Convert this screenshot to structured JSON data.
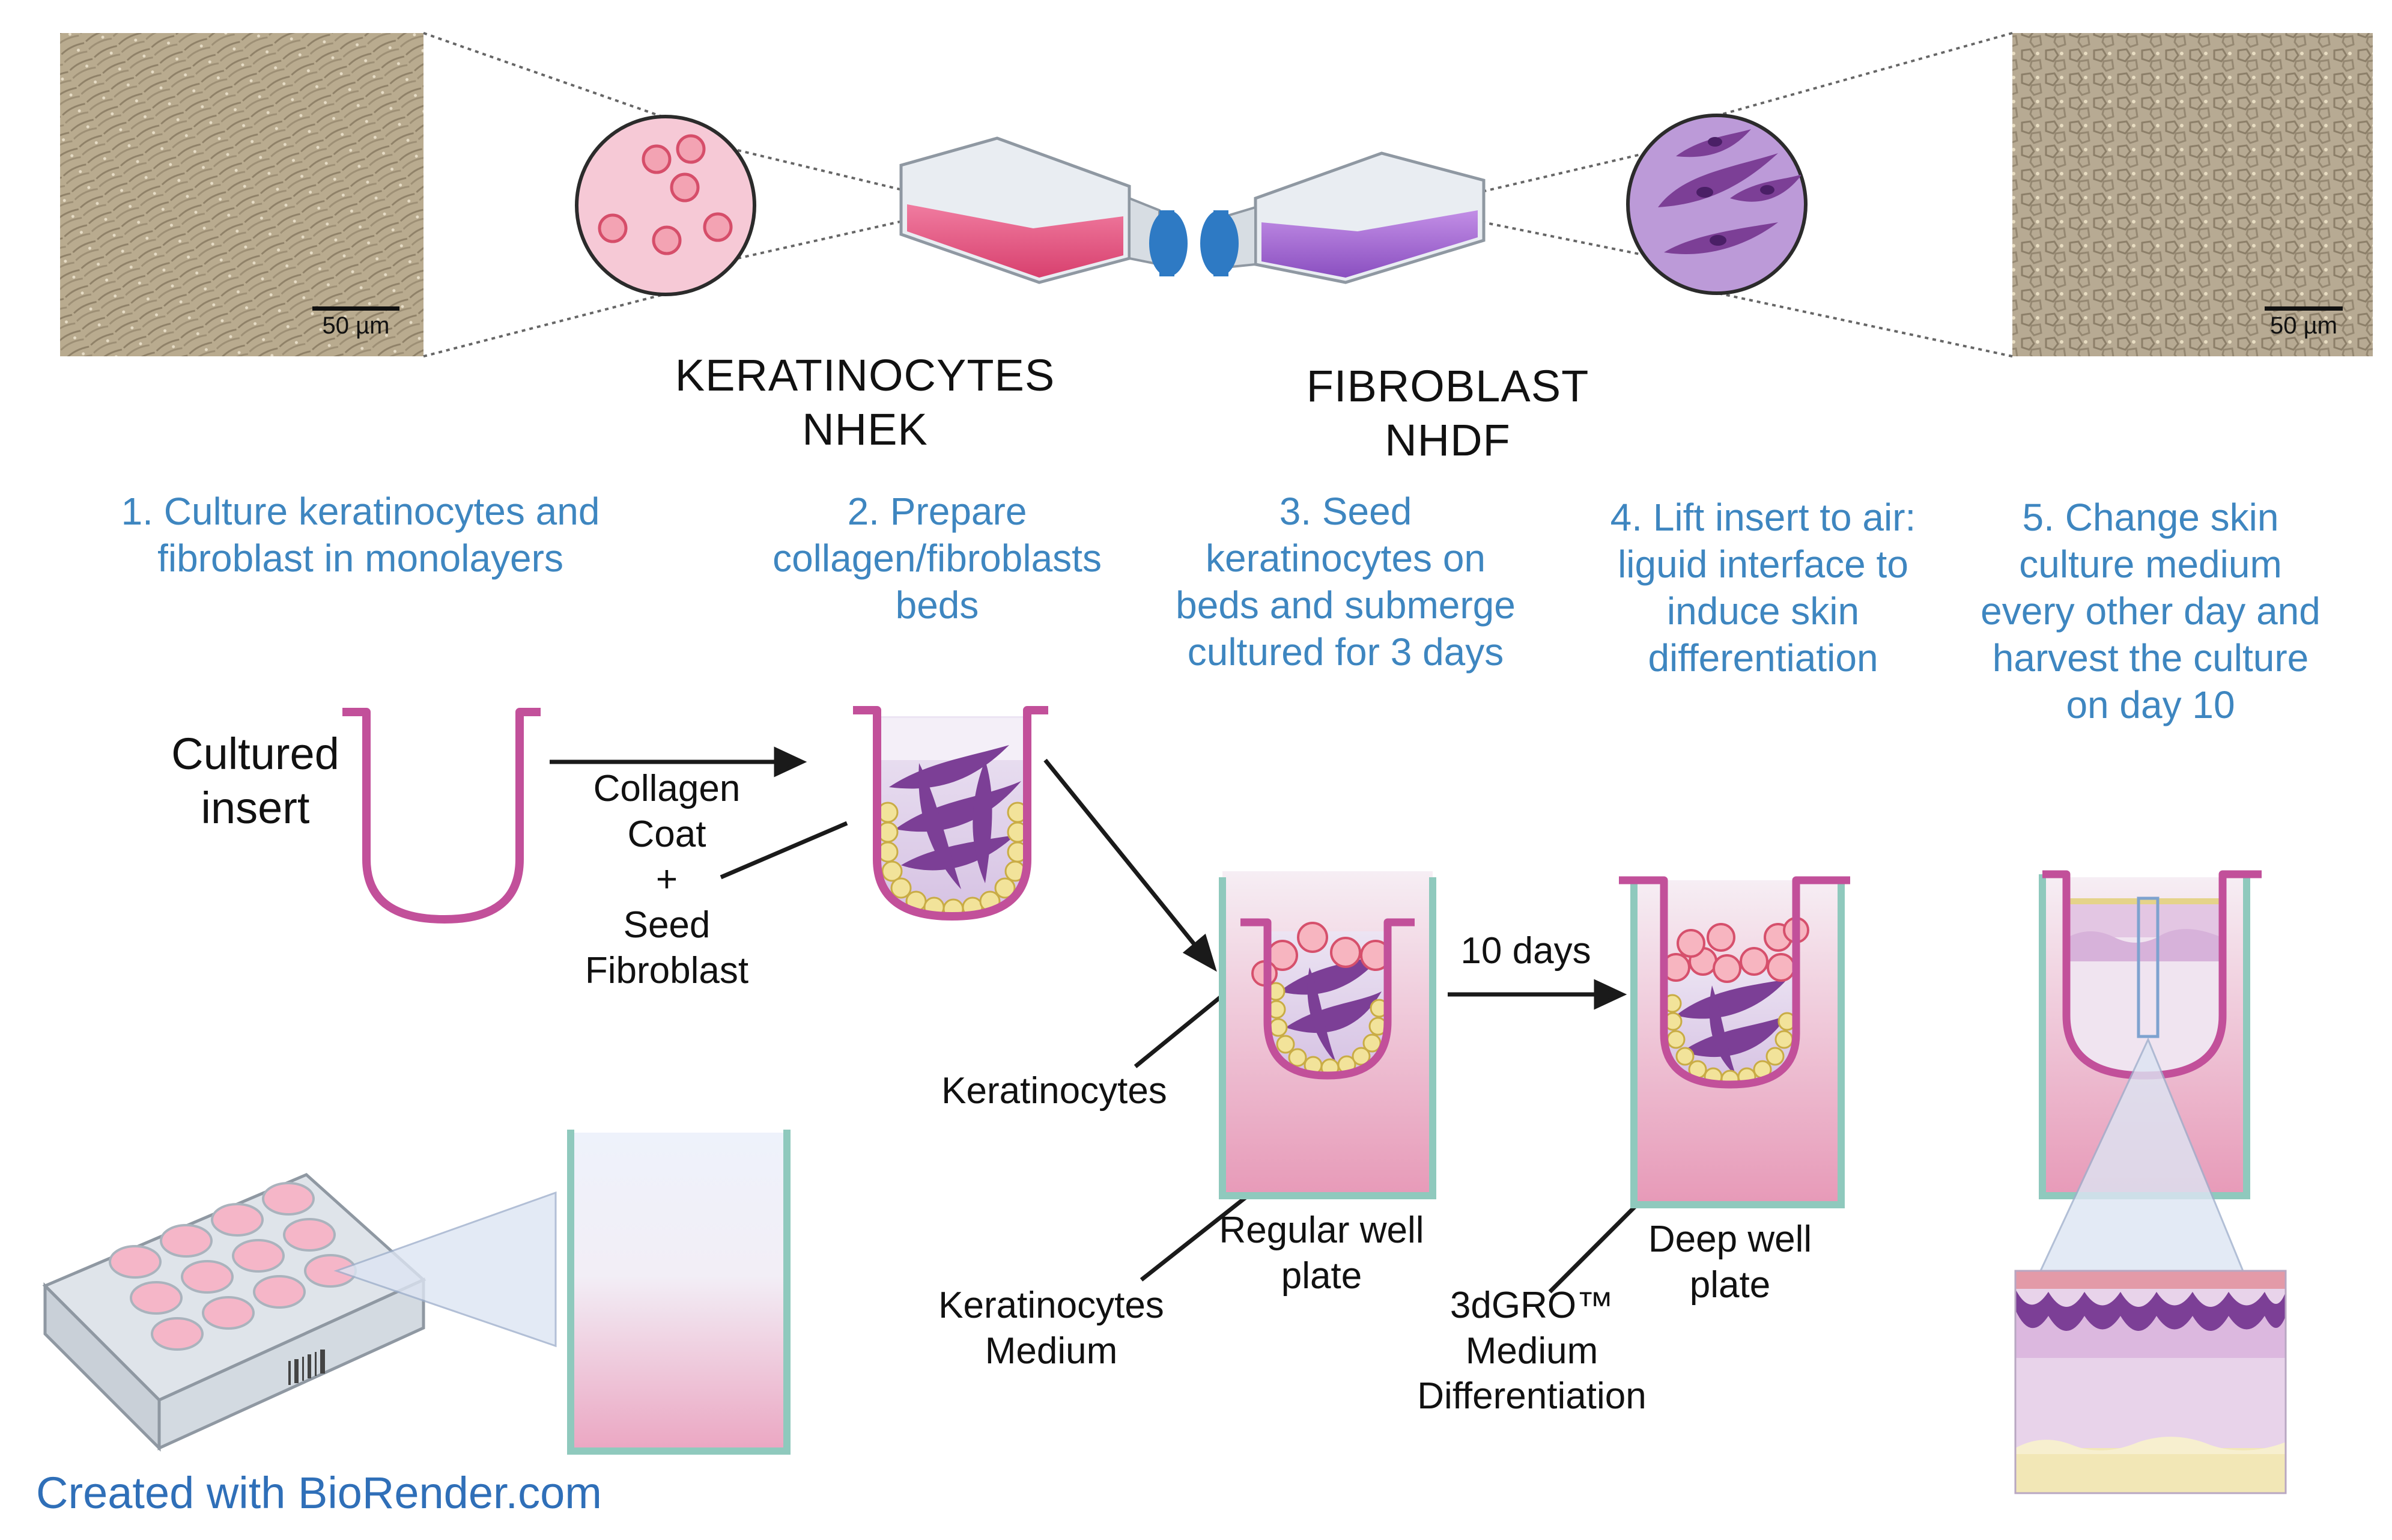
{
  "colors": {
    "step_text": "#3e86c0",
    "footer_text": "#2f6fb8",
    "insert_membrane": "#c2509a",
    "keratinocyte": "#f4a7b2",
    "fibroblast": "#7c3f96",
    "medium_pink": "#f0c4d4",
    "flask_cap": "#2e7ac4"
  },
  "microscopy": {
    "left_scale_bar": "50 µm",
    "right_scale_bar": "50 µm"
  },
  "cell_types": {
    "keratinocytes": "KERATINOCYTES\nNHEK",
    "fibroblast": "FIBROBLAST\nNHDF"
  },
  "steps": [
    {
      "label": "1. Culture keratinocytes and\nfibroblast in monolayers"
    },
    {
      "label": "2. Prepare\ncollagen/fibroblasts\nbeds"
    },
    {
      "label": "3. Seed\nkeratinocytes on\nbeds and submerge\ncultured for 3 days"
    },
    {
      "label": "4. Lift insert to air:\nliguid interface to\ninduce skin\ndifferentiation"
    },
    {
      "label": "5. Change skin\nculture medium\nevery other day and\nharvest the culture\non day 10"
    }
  ],
  "labels": {
    "cultured_insert": "Cultured\ninsert",
    "collagen_coat": "Collagen\nCoat\n+\nSeed\nFibroblast",
    "keratinocytes": "Keratinocytes",
    "keratinocytes_medium": "Keratinocytes\nMedium",
    "regular_well_plate": "Regular well\nplate",
    "ten_days": "10 days",
    "deep_well_plate": "Deep well\nplate",
    "gro_medium": "3dGRO™\nMedium\nDifferentiation"
  },
  "footer": "Created with BioRender.com"
}
